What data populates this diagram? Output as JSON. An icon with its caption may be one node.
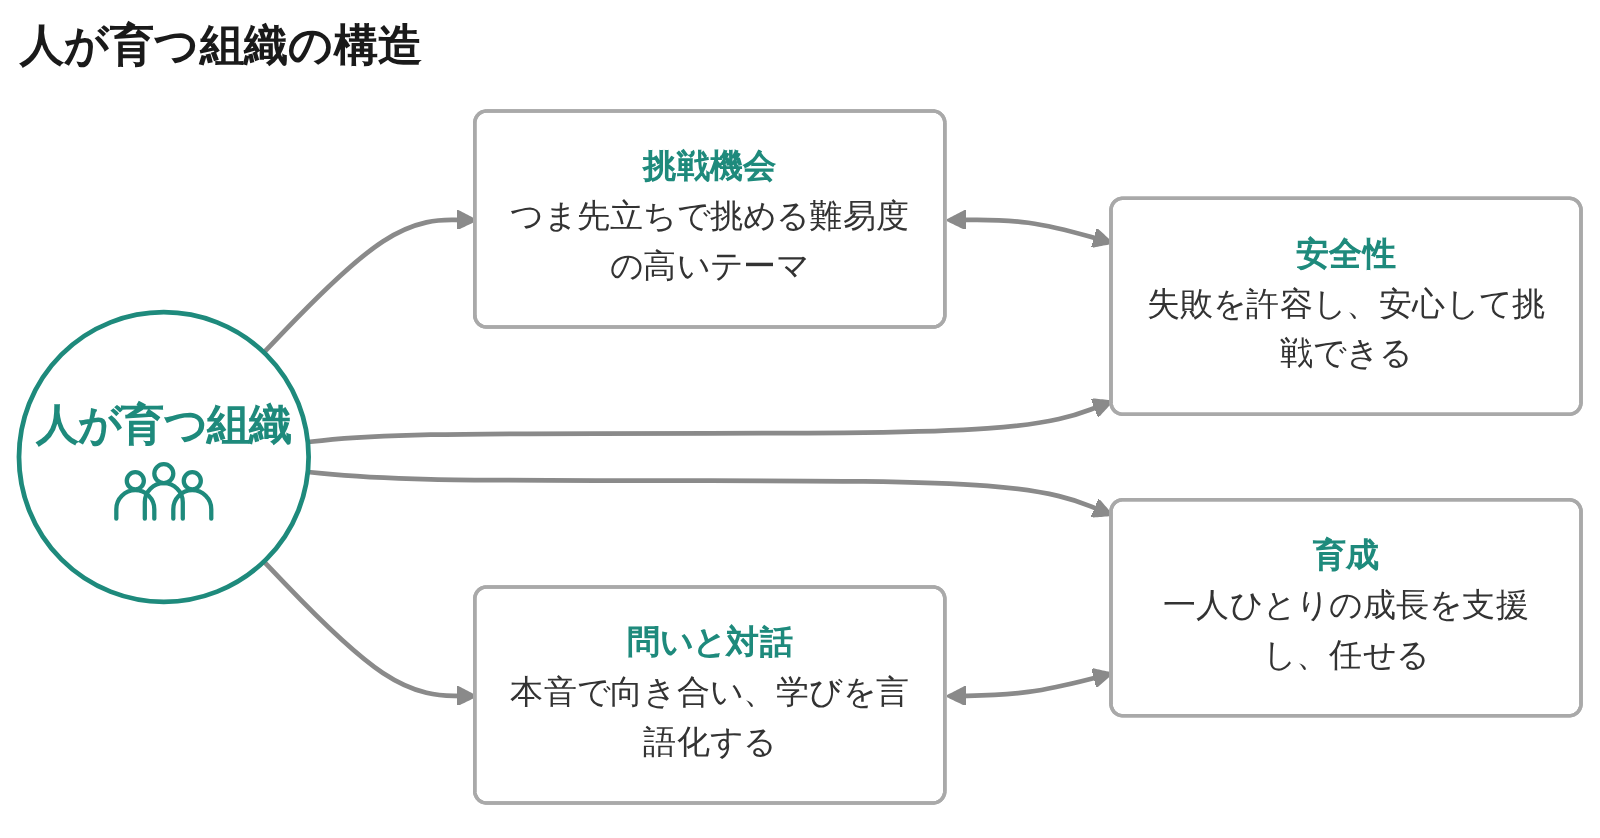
{
  "diagram": {
    "title": "人が育つ組織の構造",
    "nodes": [
      {
        "text": [
          "挑戦機会",
          "つま先立ちで挑める難易度の高いテーマ"
        ]
      },
      {
        "text": [
          "安全性",
          "失敗を許容し、安心して挑戦できる"
        ]
      },
      {
        "text": [
          "人が育つ組織"
        ]
      },
      {
        "text": [
          "問いと対話",
          "本音で向き合い、学びを言語化する"
        ]
      },
      {
        "text": [
          "育成",
          "一人ひとりの成長を支援し、任せる"
        ]
      }
    ],
    "edges": [
      {
        "from": 0,
        "to": 1,
        "arrow": "both"
      },
      {
        "from": 2,
        "to": 0,
        "arrow": "to"
      },
      {
        "from": 2,
        "to": 1,
        "arrow": "to"
      },
      {
        "from": 2,
        "to": 3,
        "arrow": "to"
      },
      {
        "from": 2,
        "to": 4,
        "arrow": "to"
      },
      {
        "from": 3,
        "to": 4,
        "arrow": "both"
      }
    ]
  }
}
